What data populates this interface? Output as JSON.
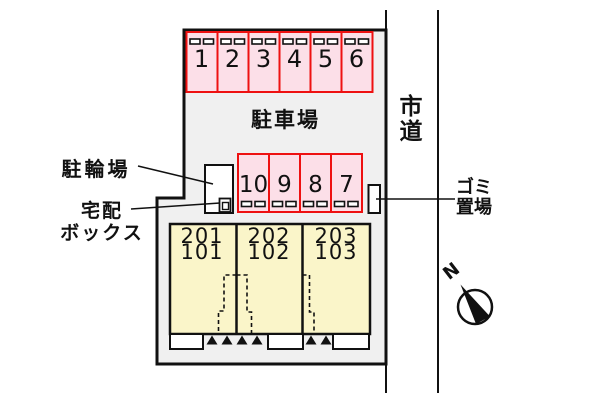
{
  "diagram": {
    "parking_lot_label": "駐車場",
    "bicycle_parking_label": "駐輪場",
    "delivery_box_label": "宅配\nボックス",
    "garbage_area_label": "ゴミ\n置場",
    "city_road_label": "市道",
    "compass_north_label": "N",
    "parking_stalls_top": [
      "1",
      "2",
      "3",
      "4",
      "5",
      "6"
    ],
    "parking_stalls_middle": [
      "10",
      "9",
      "8",
      "7"
    ],
    "building_units": [
      {
        "upper": "201",
        "lower": "101"
      },
      {
        "upper": "202",
        "lower": "102"
      },
      {
        "upper": "203",
        "lower": "103"
      }
    ],
    "colors": {
      "stall_fill": "#fcdfe8",
      "stall_border": "#ee1111",
      "building_fill": "#faf5c9",
      "site_fill": "#f0f0f0",
      "line": "#111111",
      "background": "#ffffff"
    }
  }
}
